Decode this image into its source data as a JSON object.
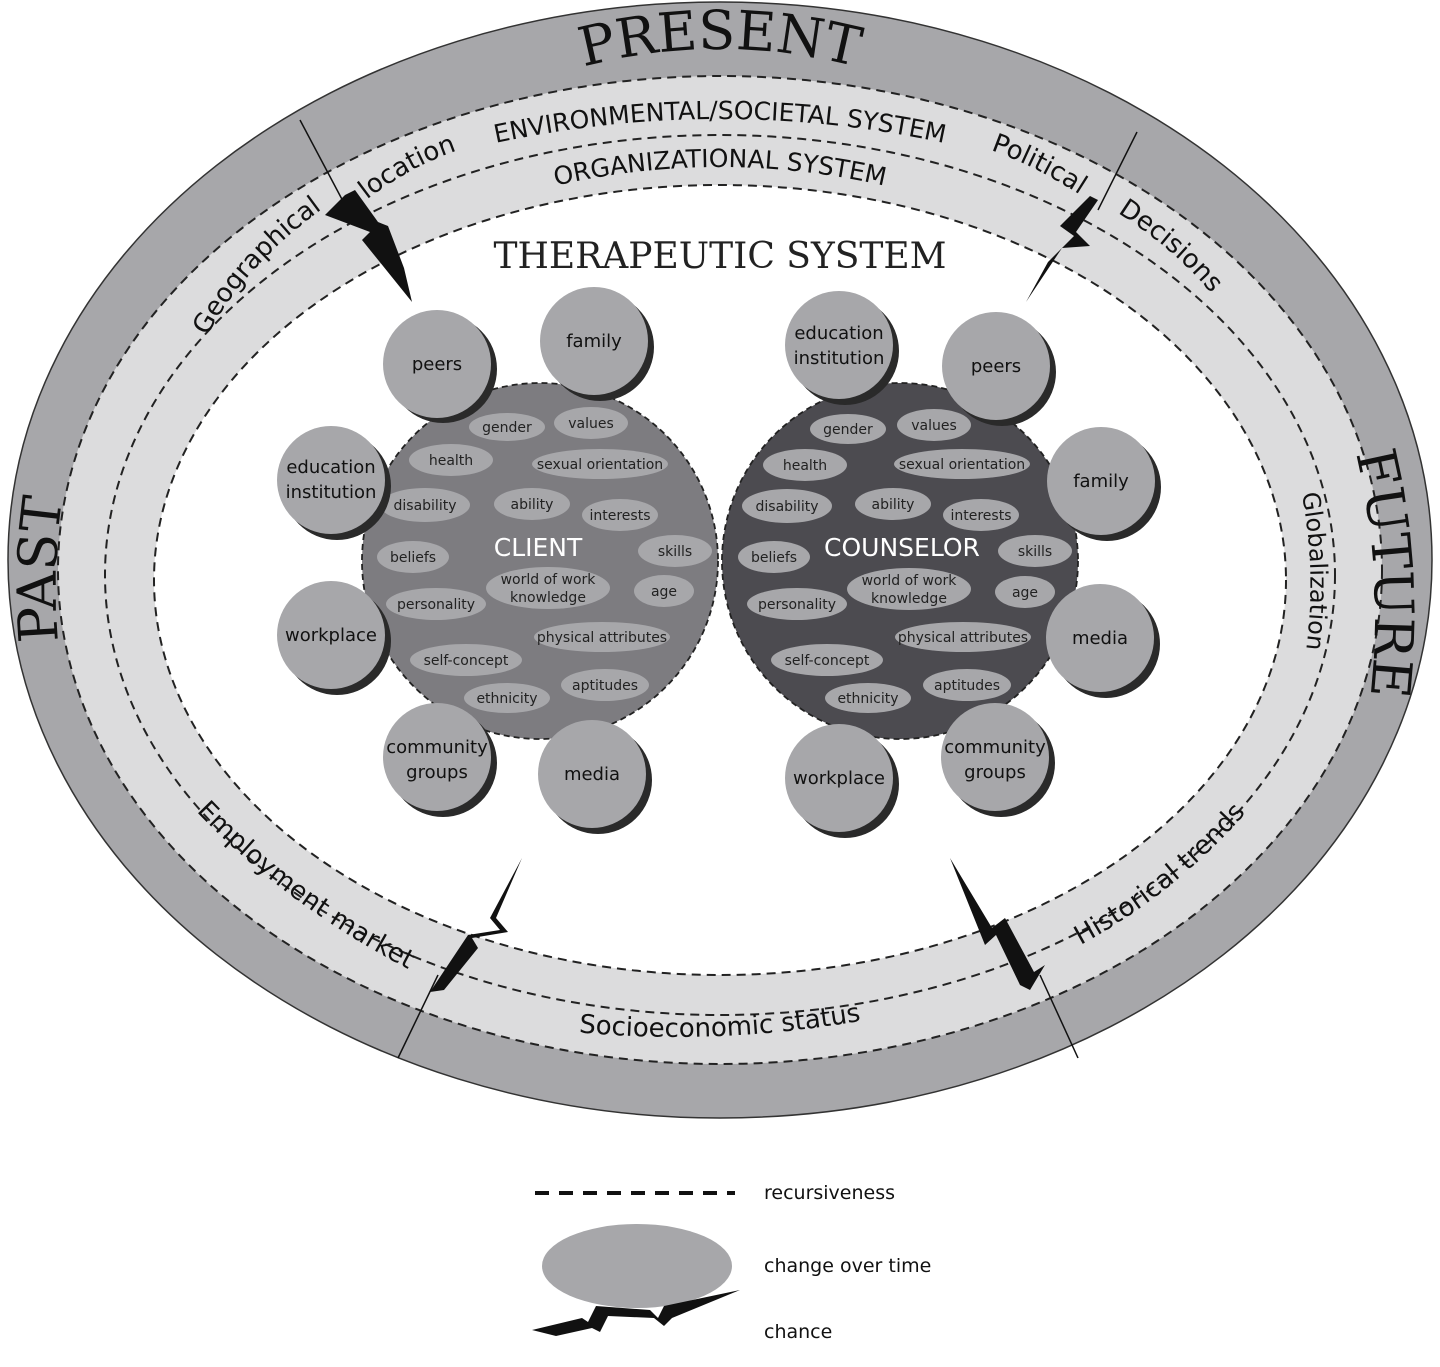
{
  "time_labels": {
    "present": "PRESENT",
    "past": "PAST",
    "future": "FUTURE"
  },
  "systems": {
    "environmental": "ENVIRONMENTAL/SOCIETAL SYSTEM",
    "organizational": "ORGANIZATIONAL SYSTEM",
    "therapeutic": "THERAPEUTIC SYSTEM"
  },
  "ring_influences": {
    "geographical": "Geographical",
    "location": "location",
    "political": "Political",
    "decisions": "Decisions",
    "globalization": "Globalization",
    "historical_trends": "Historical trends",
    "socioeconomic_status": "Socioeconomic status",
    "employment_market": "Employment market"
  },
  "client": {
    "label": "CLIENT",
    "satellites": {
      "peers": "peers",
      "family": "family",
      "education_1": "education",
      "education_2": "institution",
      "workplace": "workplace",
      "community_1": "community",
      "community_2": "groups",
      "media": "media"
    },
    "traits": {
      "gender": "gender",
      "values": "values",
      "health": "health",
      "sexual_orientation": "sexual orientation",
      "disability": "disability",
      "ability": "ability",
      "interests": "interests",
      "beliefs": "beliefs",
      "skills": "skills",
      "world_1": "world of work",
      "world_2": "knowledge",
      "age": "age",
      "personality": "personality",
      "physical_attributes": "physical attributes",
      "self_concept": "self-concept",
      "aptitudes": "aptitudes",
      "ethnicity": "ethnicity"
    }
  },
  "counselor": {
    "label": "COUNSELOR",
    "satellites": {
      "education_1": "education",
      "education_2": "institution",
      "peers": "peers",
      "family": "family",
      "media": "media",
      "community_1": "community",
      "community_2": "groups",
      "workplace": "workplace"
    },
    "traits": {
      "gender": "gender",
      "values": "values",
      "health": "health",
      "sexual_orientation": "sexual orientation",
      "disability": "disability",
      "ability": "ability",
      "interests": "interests",
      "beliefs": "beliefs",
      "skills": "skills",
      "world_1": "world of work",
      "world_2": "knowledge",
      "age": "age",
      "personality": "personality",
      "physical_attributes": "physical attributes",
      "self_concept": "self-concept",
      "aptitudes": "aptitudes",
      "ethnicity": "ethnicity"
    }
  },
  "legend": {
    "recursiveness": "recursiveness",
    "change_over_time": "change over time",
    "chance": "chance"
  },
  "colors": {
    "outer_ring": "#a7a7aa",
    "middle_ring": "#dcdcdd",
    "client_circle": "#7d7c80",
    "counselor_circle": "#4c4b50",
    "bubble": "#a7a7aa",
    "bubble_shadow": "#2a2a2a"
  }
}
